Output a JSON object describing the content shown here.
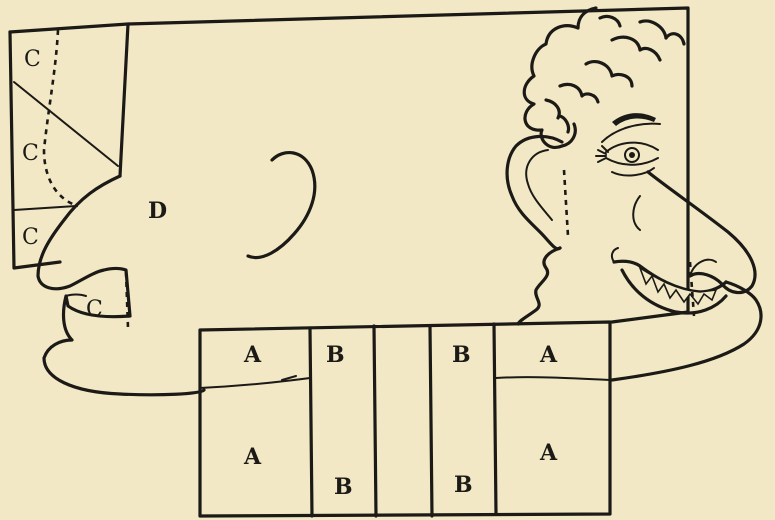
{
  "labels": {
    "a": "A",
    "b": "B",
    "c": "C",
    "d": "D"
  },
  "colors": {
    "paper": "#f3e8c5",
    "ink": "#1b1a16"
  }
}
